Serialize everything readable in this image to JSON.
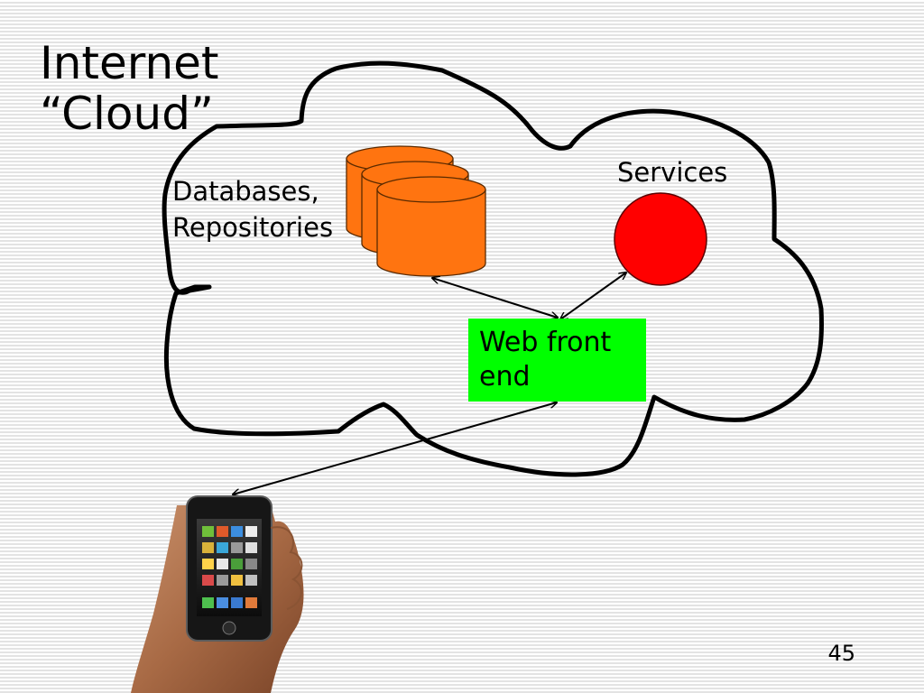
{
  "title": {
    "line1": "Internet",
    "line2": "“Cloud”"
  },
  "labels": {
    "databases_line1": "Databases,",
    "databases_line2": "Repositories",
    "services": "Services",
    "web_front_end_line1": "Web front",
    "web_front_end_line2": "end"
  },
  "page_number": "45",
  "colors": {
    "database": "#ff7410",
    "database_stroke": "#5a2a00",
    "service": "#ff0000",
    "web_front_end": "#00ff00",
    "cloud_outline": "#000000"
  },
  "icons": {
    "device": "smartphone-in-hand"
  }
}
